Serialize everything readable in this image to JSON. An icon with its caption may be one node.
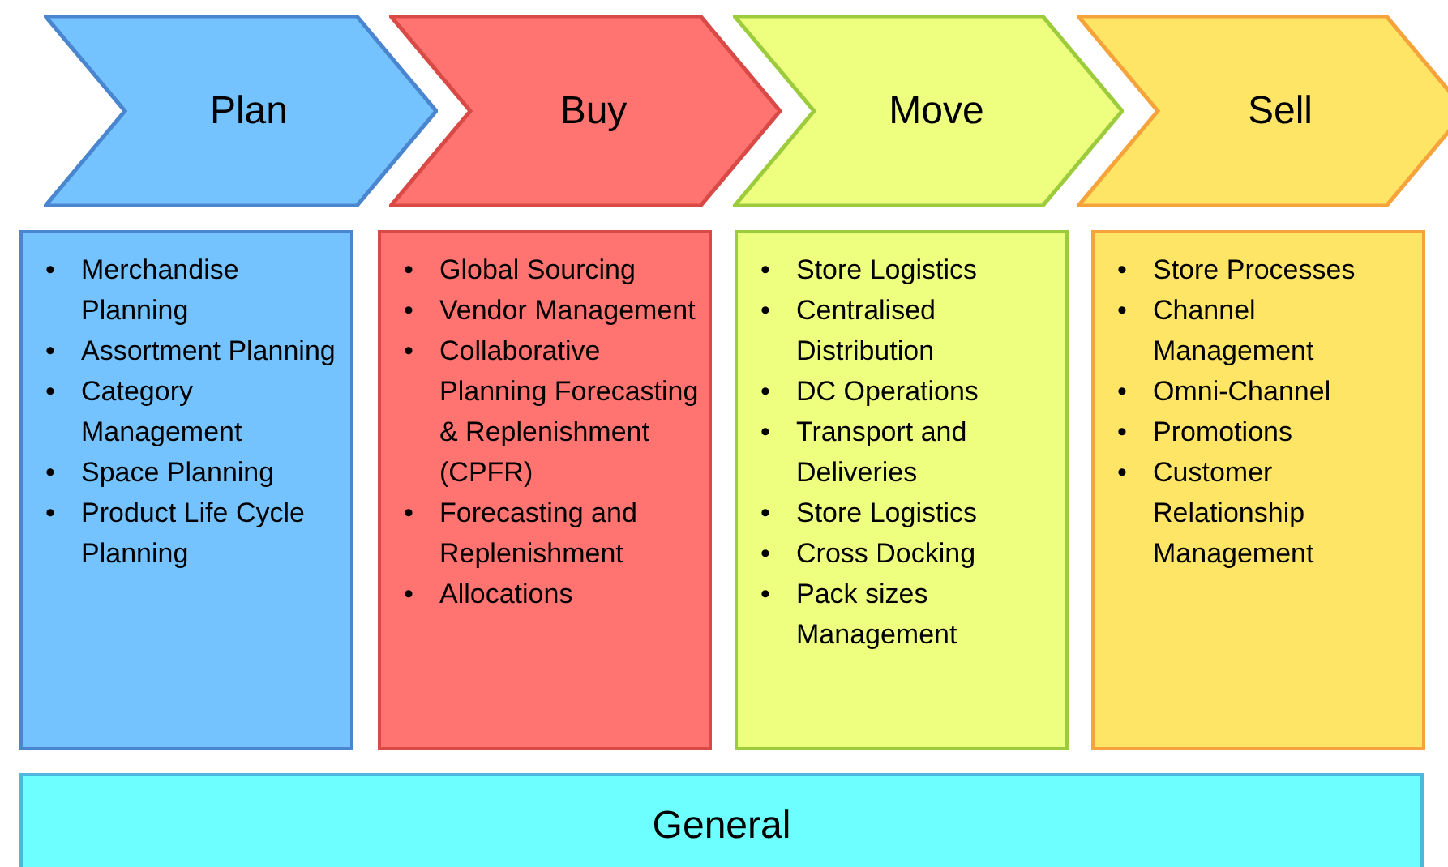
{
  "diagram": {
    "nodes": [
      {
        "text": [
          "Plan"
        ]
      },
      {
        "text": [
          "Buy"
        ]
      },
      {
        "text": [
          "Move"
        ]
      },
      {
        "text": [
          "Sell"
        ]
      },
      {
        "text": [
          "•",
          "Merchandise Planning",
          "•",
          "Assortment Planning",
          "•",
          "Category Management",
          "•",
          "Space Planning",
          "•",
          "Product Life Cycle Planning"
        ]
      },
      {
        "text": [
          "•",
          "Global Sourcing",
          "•",
          "Vendor Management",
          "•",
          "Collaborative Planning Forecasting & Replenishment (CPFR)",
          "•",
          "Forecasting and Replenishment",
          "•",
          "Allocations"
        ]
      },
      {
        "text": [
          "•",
          "Store Logistics",
          "•",
          "Centralised Distribution",
          "•",
          "DC Operations",
          "•",
          "Transport and Deliveries",
          "•",
          "Store Logistics",
          "•",
          "Cross Docking",
          "•",
          "Pack sizes Management"
        ]
      },
      {
        "text": [
          "•",
          "Store Processes",
          "•",
          "Channel Management",
          "•",
          "Omni-Channel",
          "•",
          "Promotions",
          "•",
          "Customer Relationship Management"
        ]
      },
      {
        "text": [
          "General"
        ]
      }
    ]
  }
}
